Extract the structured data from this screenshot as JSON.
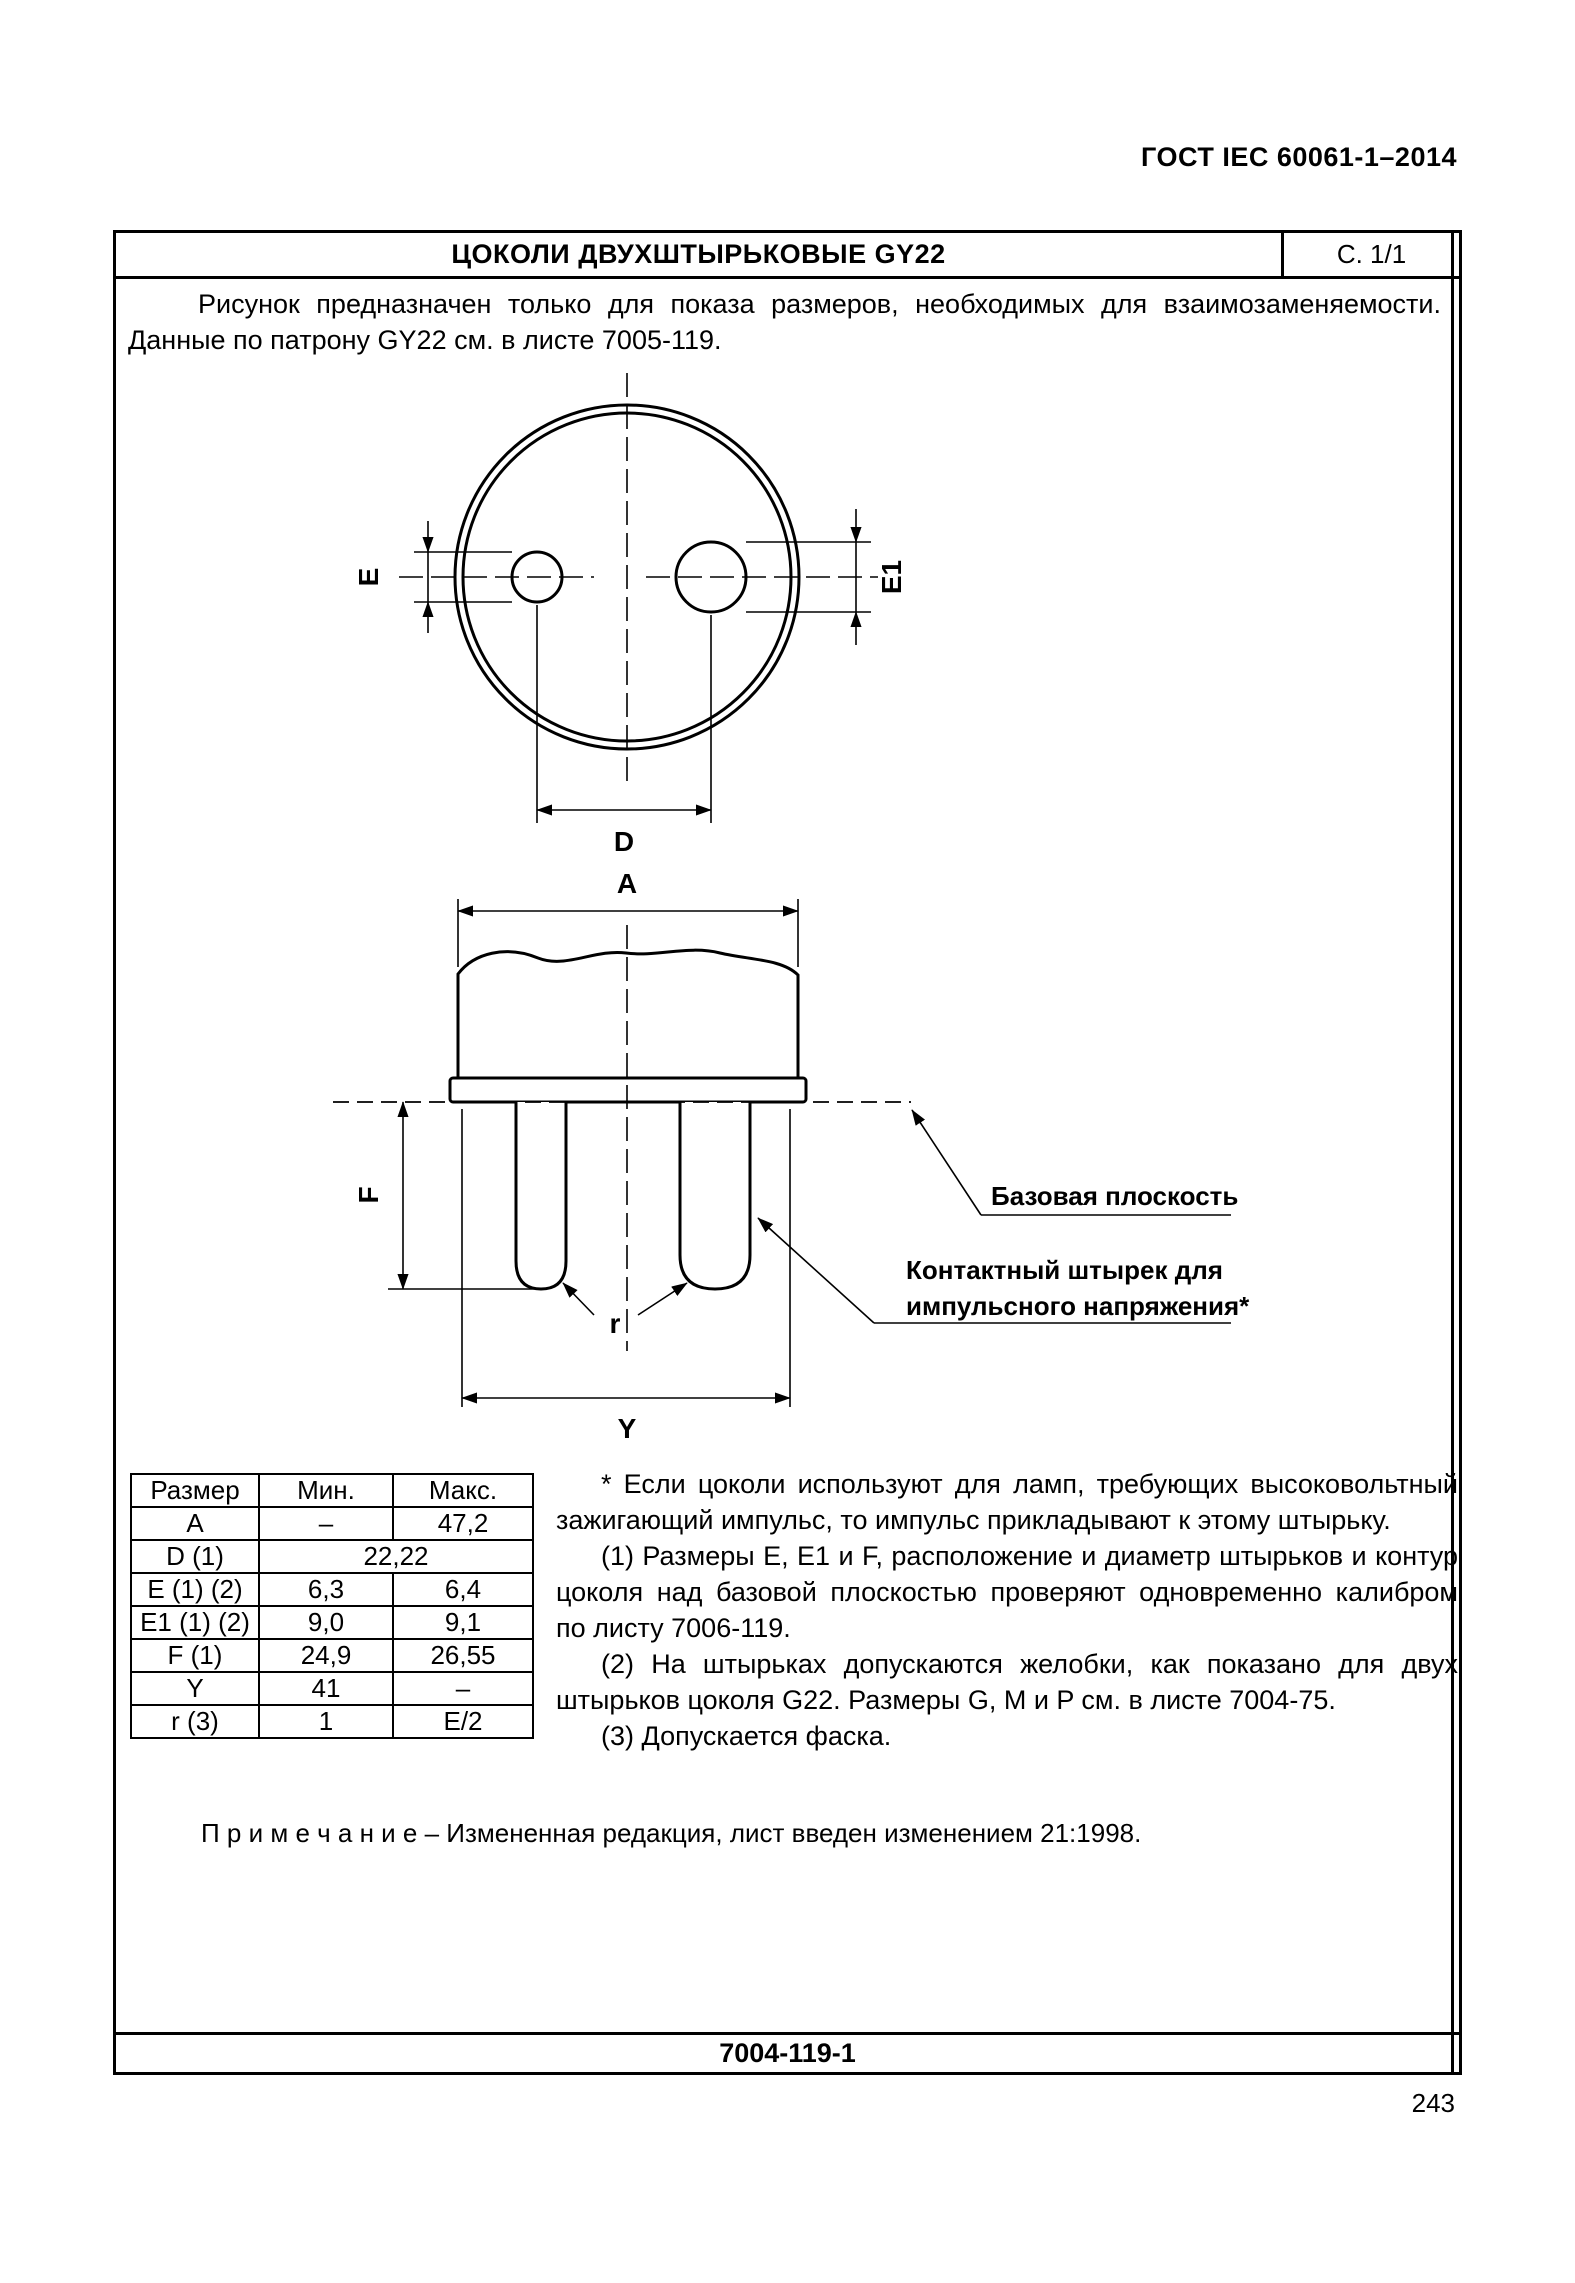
{
  "page": {
    "doc_header": "ГОСТ IEC 60061-1–2014",
    "page_number": "243",
    "ink_color": "#000000",
    "paper_color": "#ffffff"
  },
  "sheet": {
    "title": "ЦОКОЛИ ДВУХШТЫРЬКОВЫЕ GY22",
    "page_ref": "С. 1/1",
    "intro_line1": "Рисунок предназначен только для показа размеров, необходимых для взаимозаменяемости.",
    "intro_line2": "Данные по патрону GY22 см. в листе 7005-119.",
    "sheet_number": "7004-119-1"
  },
  "drawing": {
    "dims": {
      "e": "E",
      "e1": "E1",
      "d": "D",
      "a": "A",
      "f": "F",
      "r": "r",
      "y": "Y"
    },
    "callout_base_plane": "Базовая плоскость",
    "callout_pin_line1": "Контактный штырек для",
    "callout_pin_line2": "импульсного напряжения*"
  },
  "table": {
    "headers": [
      "Размер",
      "Мин.",
      "Макс."
    ],
    "rows": [
      {
        "size": "A",
        "min": "–",
        "max": "47,2"
      },
      {
        "size": "D (1)",
        "merged": "22,22"
      },
      {
        "size": "E (1) (2)",
        "min": "6,3",
        "max": "6,4"
      },
      {
        "size": "E1 (1) (2)",
        "min": "9,0",
        "max": "9,1"
      },
      {
        "size": "F (1)",
        "min": "24,9",
        "max": "26,55"
      },
      {
        "size": "Y",
        "min": "41",
        "max": "–"
      },
      {
        "size": "r (3)",
        "min": "1",
        "max": "E/2"
      }
    ]
  },
  "notes": {
    "star": "* Если цоколи используют для ламп, требующих высоковольтный зажигающий импульс, то импульс прикладывают к этому штырьку.",
    "n1": "(1) Размеры E, E1 и F, расположение и диаметр штырьков и контур цоколя над базовой плоскостью проверяют одновременно калибром по листу 7006-119.",
    "n2": "(2) На штырьках допускаются желобки, как показано для двух штырьков цоколя G22. Размеры G, M и P см. в листе 7004-75.",
    "n3": "(3) Допускается фаска.",
    "remark_label": "П р и м е ч а н и е",
    "remark_text": "– Измененная редакция, лист введен изменением 21:1998."
  }
}
